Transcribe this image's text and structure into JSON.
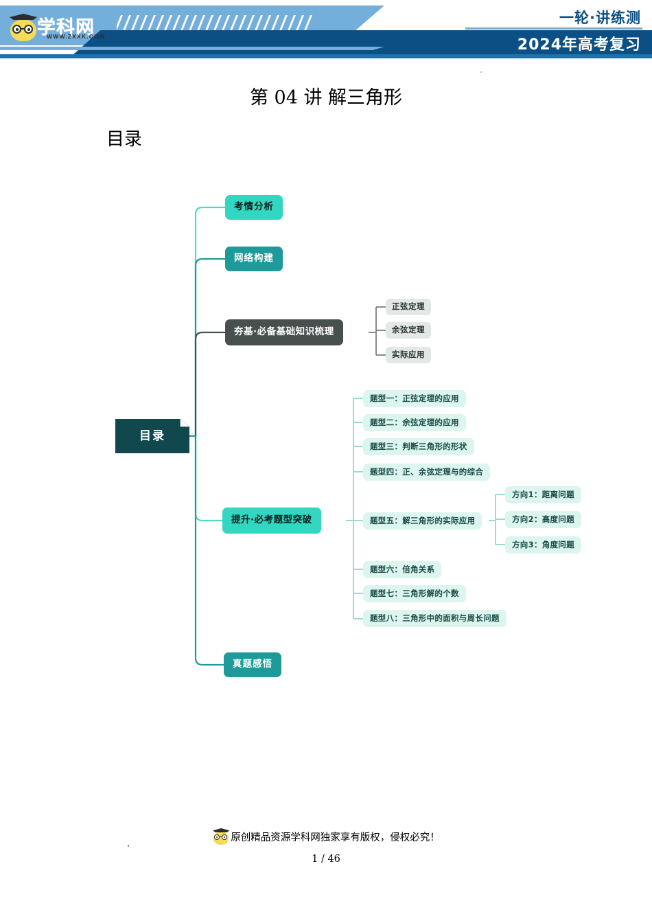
{
  "header": {
    "logo_text": "学科网",
    "logo_url": "WWW.ZXXK.COM",
    "right_top": "一轮·讲练测",
    "right_bottom": "2024年高考复习",
    "colors": {
      "light_band": "#74aedb",
      "dark_band": "#0b4f84",
      "baseline": "#1a74a8"
    }
  },
  "document": {
    "title": "第 04 讲  解三角形",
    "toc_heading": "目录"
  },
  "mindmap": {
    "root": {
      "label": "目录",
      "color": "#10484e",
      "text_color": "#ffffff"
    },
    "branches": [
      {
        "label": "考情分析",
        "color": "#33d6c0",
        "text_color": "#0d1c1b"
      },
      {
        "label": "网络构建",
        "color": "#1f9a9a",
        "text_color": "#ffffff"
      },
      {
        "label": "夯基·必备基础知识梳理",
        "color": "#47504e",
        "text_color": "#ffffff"
      },
      {
        "label": "提升·必考题型突破",
        "color": "#33d6c0",
        "text_color": "#0d1c1b"
      },
      {
        "label": "真题感悟",
        "color": "#1f9a9a",
        "text_color": "#ffffff"
      }
    ],
    "basics_children": [
      {
        "label": "正弦定理"
      },
      {
        "label": "余弦定理"
      },
      {
        "label": "实际应用"
      }
    ],
    "question_types": [
      {
        "label": "题型一：正弦定理的应用"
      },
      {
        "label": "题型二：余弦定理的应用"
      },
      {
        "label": "题型三：判断三角形的形状"
      },
      {
        "label": "题型四：正、余弦定理与的综合"
      },
      {
        "label": "题型五：解三角形的实际应用"
      },
      {
        "label": "题型六：倍角关系"
      },
      {
        "label": "题型七：三角形解的个数"
      },
      {
        "label": "题型八：三角形中的面积与周长问题"
      }
    ],
    "directions": [
      {
        "label": "方向1：距离问题"
      },
      {
        "label": "方向2：高度问题"
      },
      {
        "label": "方向3：角度问题"
      }
    ]
  },
  "footer": {
    "copyright": "原创精品资源学科网独家享有版权，侵权必究！",
    "page_number": "1 / 46"
  }
}
